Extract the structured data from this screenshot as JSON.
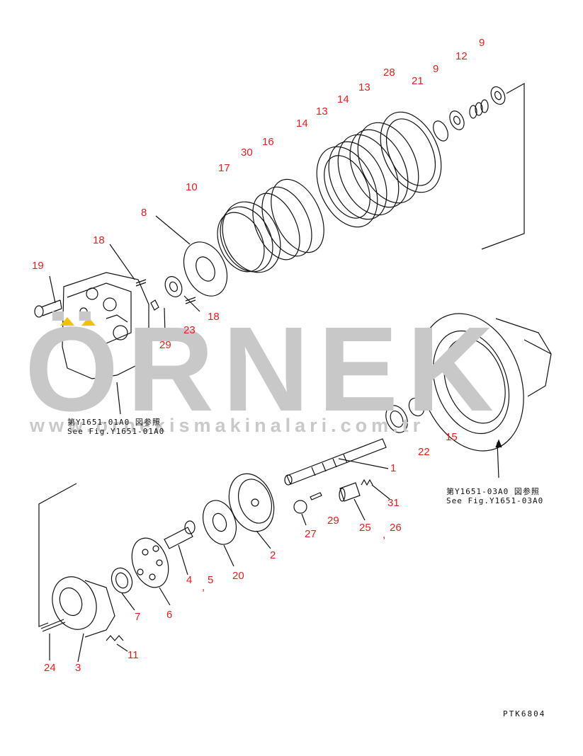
{
  "diagram": {
    "callouts": [
      "9",
      "12",
      "28",
      "21",
      "9",
      "13",
      "14",
      "13",
      "14",
      "16",
      "30",
      "17",
      "10",
      "8",
      "18",
      "19",
      "23",
      "18",
      "29",
      "22",
      "15",
      "1",
      "31",
      "29",
      "25",
      "26",
      "27",
      "2",
      "20",
      "4",
      "5",
      "6",
      "7",
      "11",
      "3",
      "24"
    ],
    "ref_upper": {
      "line1": "第Y1651-01A0 図参照",
      "line2": "See Fig.Y1651-01A0"
    },
    "ref_right": {
      "line1": "第Y1651-03A0 図参照",
      "line2": "See Fig.Y1651-03A0"
    },
    "drawing_code": "PTK6804"
  },
  "watermark": {
    "brand": "ÖRNEK",
    "url": "www.ornekismakinalari.com.tr"
  },
  "colors": {
    "callout": "#e02020",
    "line": "#111111",
    "watermark": "#c8c8c8",
    "accent": "#f2c200"
  }
}
